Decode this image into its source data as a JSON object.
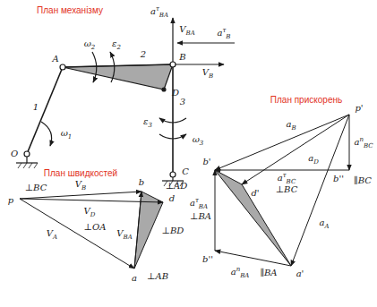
{
  "diagram": {
    "labels": [
      "План механізму",
      "План швидкостей",
      "План прискорень",
      "A",
      "B",
      "D",
      "O",
      "C",
      "1",
      "2",
      "3",
      "ω1",
      "ω2",
      "ε2",
      "ε3",
      "ω3",
      "aτBA",
      "VBA",
      "aτB",
      "VB",
      "p",
      "VB",
      "⊥BC",
      "b",
      "⊥AD",
      "d",
      "VD",
      "⊥BD",
      "VA",
      "⊥OA",
      "VBA",
      "a",
      "⊥AB",
      "p'",
      "aB",
      "aD",
      "anBC",
      "b'",
      "d'",
      "aτBC",
      "⊥BC",
      "b''",
      "∥BC",
      "aA",
      "b''",
      "aτBA",
      "⊥BA",
      "a'",
      "anBA",
      "∥BA"
    ]
  }
}
